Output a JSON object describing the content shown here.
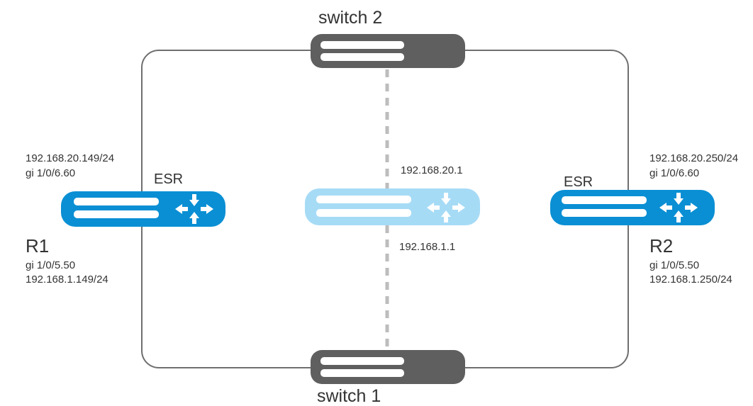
{
  "switch_top": {
    "label": "switch 2"
  },
  "switch_bottom": {
    "label": "switch 1"
  },
  "r1": {
    "name": "R1",
    "device": "ESR",
    "top_ip": "192.168.20.149/24",
    "top_iface": "gi 1/0/6.60",
    "bottom_iface": "gi 1/0/5.50",
    "bottom_ip": "192.168.1.149/24"
  },
  "r2": {
    "name": "R2",
    "device": "ESR",
    "top_ip": "192.168.20.250/24",
    "top_iface": "gi 1/0/6.60",
    "bottom_iface": "gi 1/0/5.50",
    "bottom_ip": "192.168.1.250/24"
  },
  "virtual": {
    "top_ip": "192.168.20.1",
    "bottom_ip": "192.168.1.1"
  },
  "colors": {
    "router": "#0a8fd4",
    "virtual_router": "#a6dbf6",
    "switch": "#5f5f5f",
    "link": "#6f6f6f",
    "dashed": "#bdbdbd"
  }
}
